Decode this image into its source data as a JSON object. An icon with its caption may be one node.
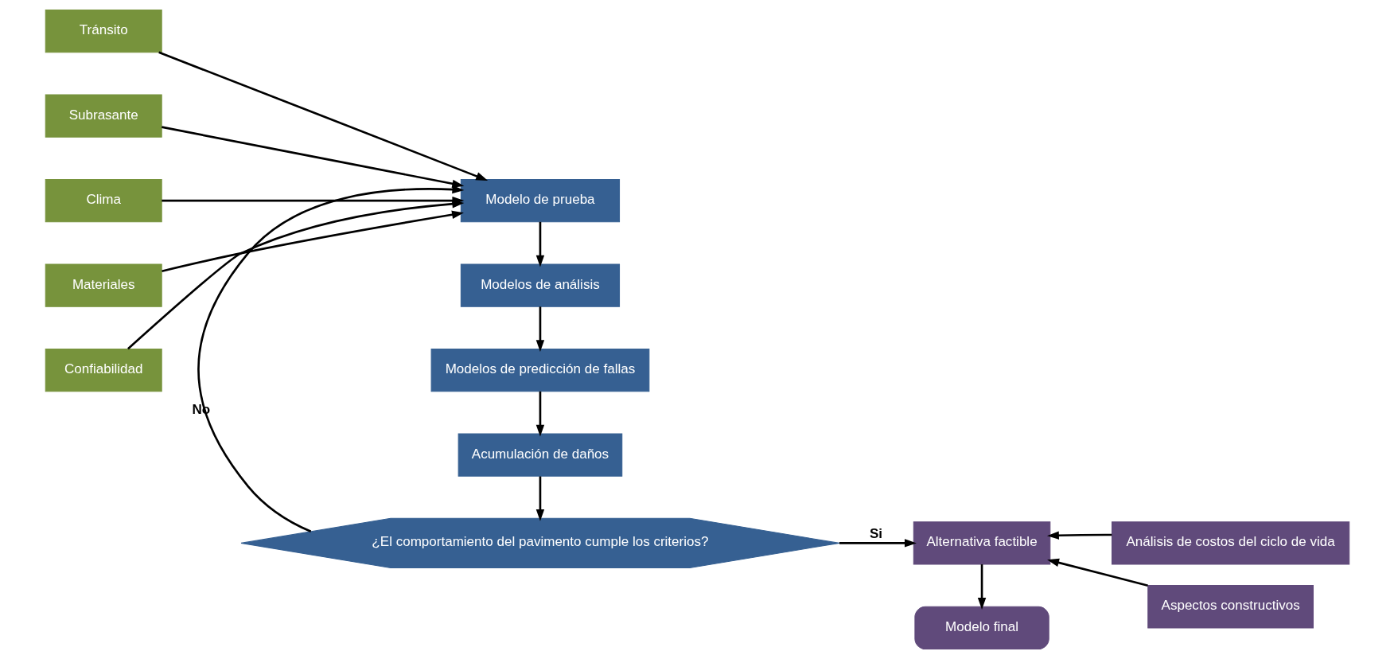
{
  "diagram": {
    "nodes": [
      {
        "text": [
          "Tránsito"
        ]
      },
      {
        "text": [
          "Subrasante"
        ]
      },
      {
        "text": [
          "Clima"
        ]
      },
      {
        "text": [
          "Materiales"
        ]
      },
      {
        "text": [
          "Confiabilidad"
        ]
      },
      {
        "text": [
          "Modelo de prueba"
        ]
      },
      {
        "text": [
          "Modelos de análisis"
        ]
      },
      {
        "text": [
          "Modelos de predicción de fallas"
        ]
      },
      {
        "text": [
          "Acumulación de daños"
        ]
      },
      {
        "text": [
          "¿El comportamiento del pavimento cumple los criterios?"
        ]
      },
      {
        "text": [
          "Alternativa factible"
        ]
      },
      {
        "text": [
          "Análisis de costos del ciclo de vida"
        ]
      },
      {
        "text": [
          "Aspectos constructivos"
        ]
      },
      {
        "text": [
          "Modelo final"
        ]
      }
    ],
    "edges": [
      {
        "from": 0,
        "to": 5,
        "arrow": "to"
      },
      {
        "from": 1,
        "to": 5,
        "arrow": "to"
      },
      {
        "from": 2,
        "to": 5,
        "arrow": "to"
      },
      {
        "from": 3,
        "to": 5,
        "arrow": "to"
      },
      {
        "from": 4,
        "to": 5,
        "arrow": "to"
      },
      {
        "from": 5,
        "to": 6,
        "arrow": "to"
      },
      {
        "from": 6,
        "to": 7,
        "arrow": "to"
      },
      {
        "from": 7,
        "to": 8,
        "arrow": "to"
      },
      {
        "from": 8,
        "to": 9,
        "arrow": "to"
      },
      {
        "from": 9,
        "to": 5,
        "arrow": "to",
        "label": "No"
      },
      {
        "from": 9,
        "to": 10,
        "arrow": "to",
        "label": "Si"
      },
      {
        "from": 11,
        "to": 10,
        "arrow": "to"
      },
      {
        "from": 12,
        "to": 10,
        "arrow": "to"
      },
      {
        "from": 10,
        "to": 13,
        "arrow": "to"
      }
    ]
  }
}
